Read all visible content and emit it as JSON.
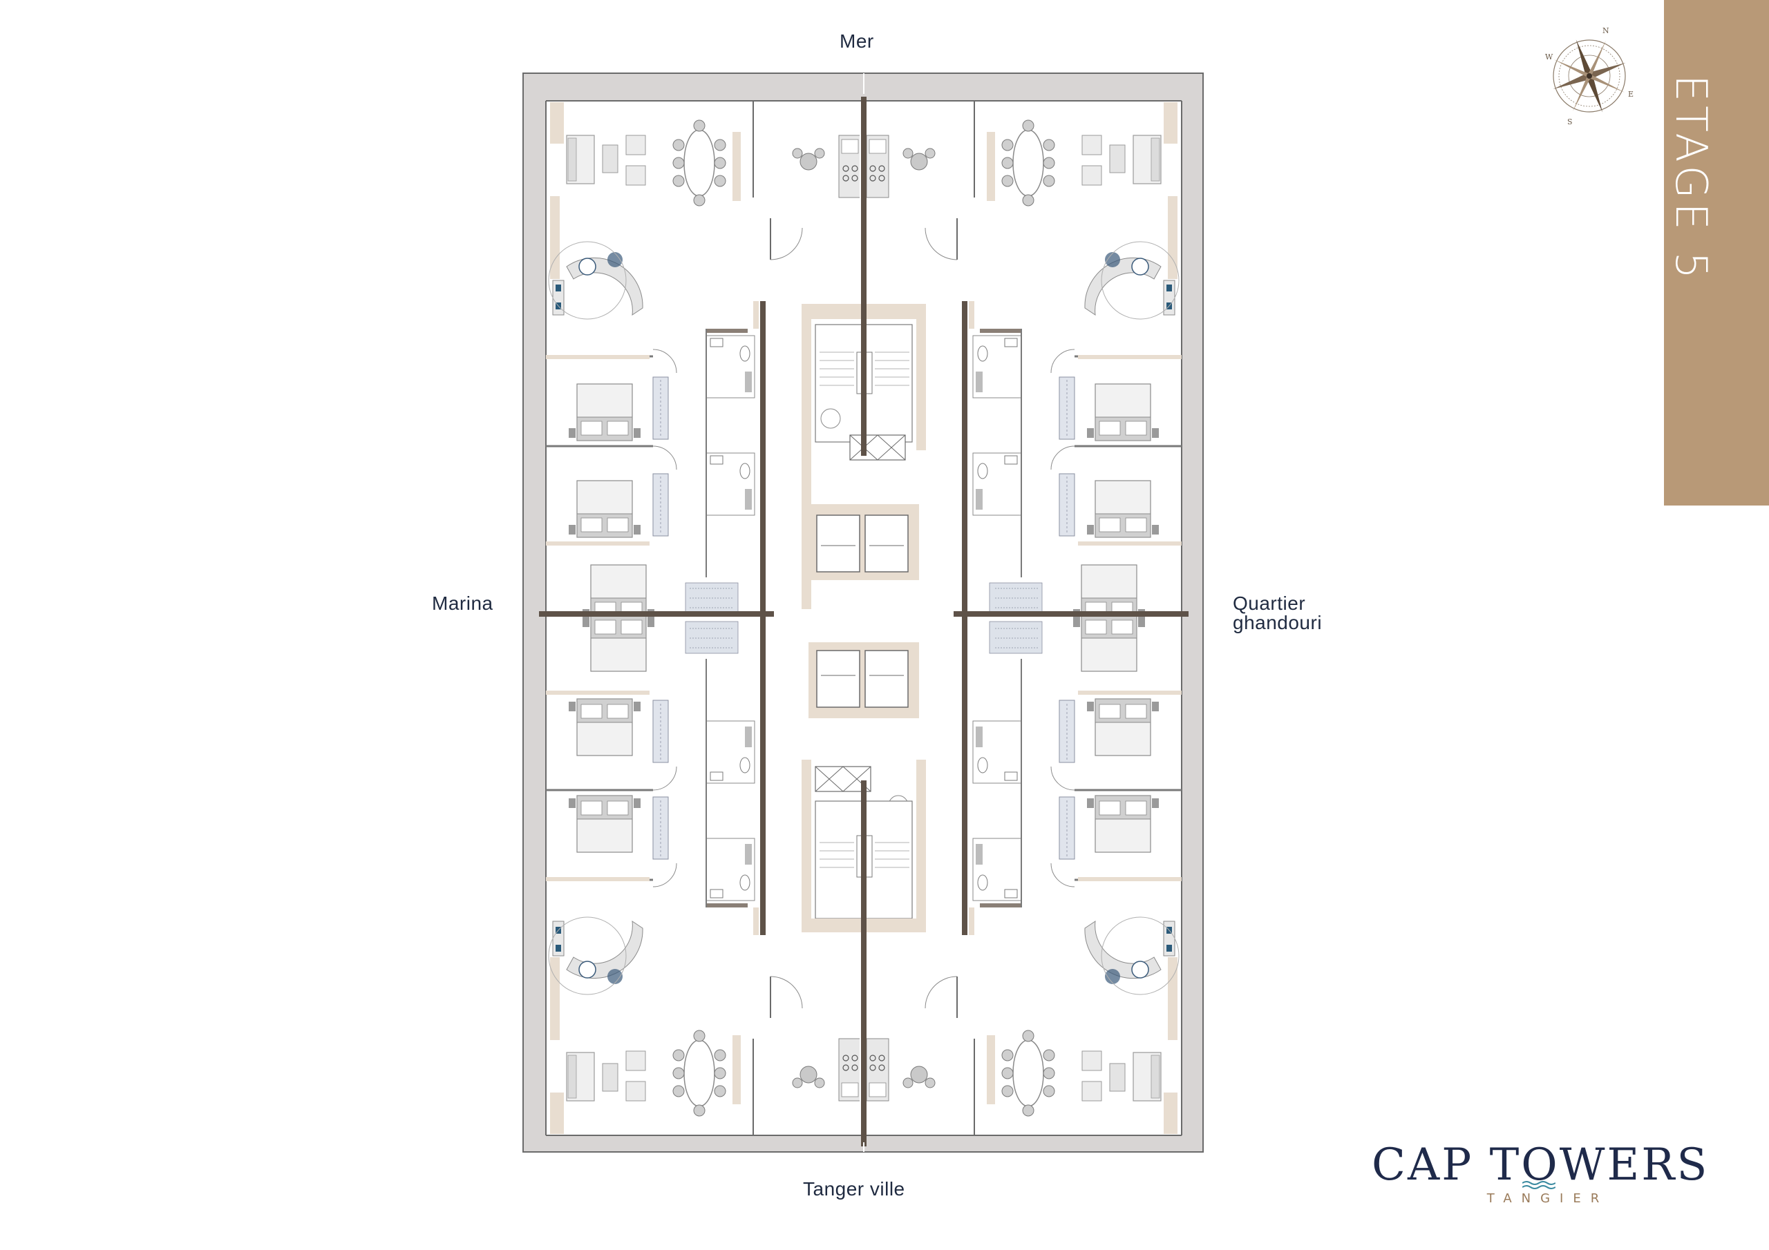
{
  "orientation": {
    "north": "Mer",
    "south": "Tanger ville",
    "west": "Marina",
    "east_line1": "Quartier",
    "east_line2": "ghandouri"
  },
  "floor": {
    "label": "ETAGE 5"
  },
  "compass": {
    "n": "N",
    "s": "S",
    "e": "E",
    "w": "W"
  },
  "brand": {
    "name": "CAP TOWERS",
    "subtitle": "TANGIER"
  },
  "colors": {
    "accent_tan": "#b89977",
    "wall_dark": "#5e5248",
    "terrace_grey": "#d8d5d4",
    "structure_beige": "#e8ddd0",
    "furniture_grey": "#c9c9c9",
    "navy": "#1f2a4a"
  }
}
